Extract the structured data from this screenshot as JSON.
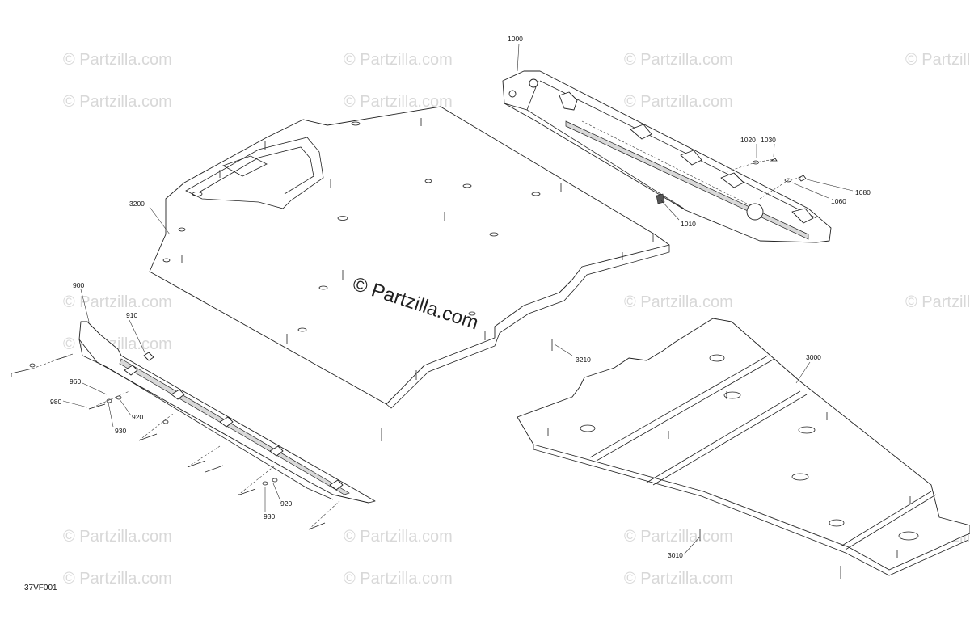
{
  "figure_code": "37VF001",
  "watermark_small": "© Partzilla.com",
  "watermark_center": "© Partzilla.com",
  "callouts": {
    "c1000": "1000",
    "c1010": "1010",
    "c1020": "1020",
    "c1030": "1030",
    "c1060": "1060",
    "c1080": "1080",
    "c3200": "3200",
    "c3210": "3210",
    "c3000": "3000",
    "c3010": "3010",
    "c900": "900",
    "c910": "910",
    "c960": "960",
    "c980": "980",
    "c920a": "920",
    "c930a": "930",
    "c920b": "920",
    "c930b": "930"
  }
}
